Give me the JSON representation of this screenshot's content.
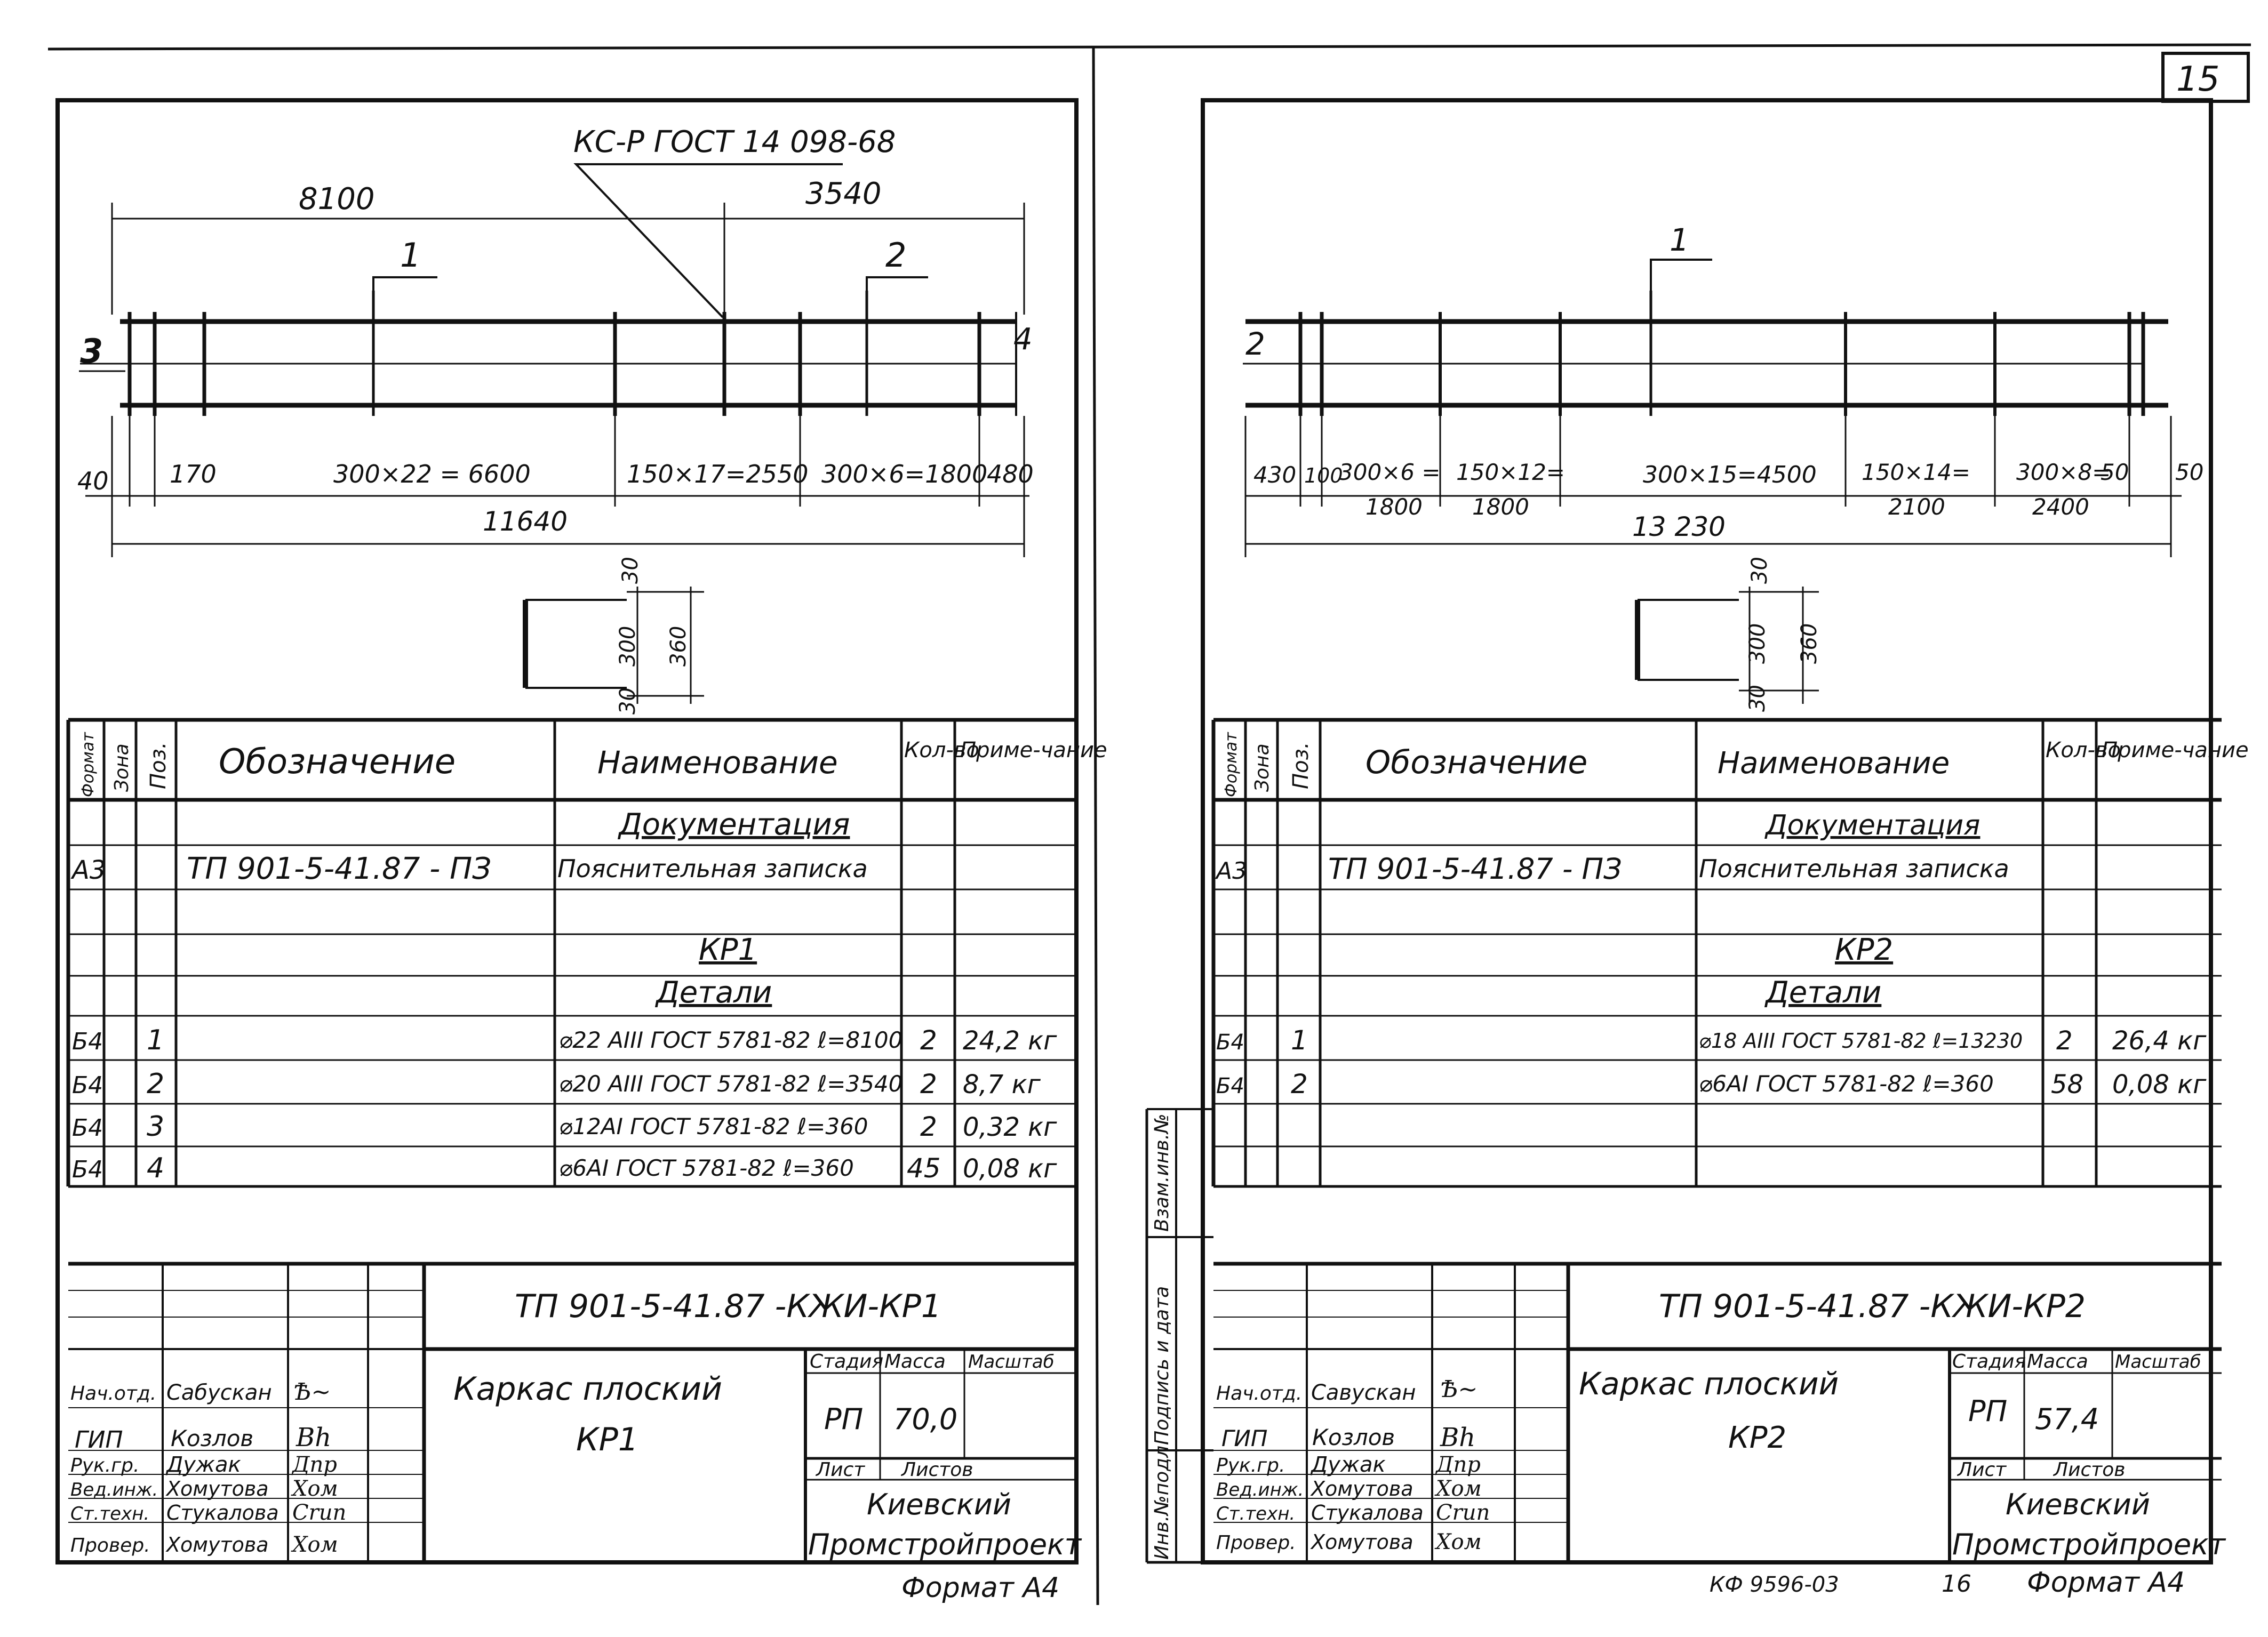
{
  "page_number": "15",
  "footer": {
    "code": "КФ 9596-03",
    "sheet_no": "16"
  },
  "left": {
    "callout": "КС-Р ГОСТ 14 098-68",
    "dims": {
      "top_a": "8100",
      "top_b": "3540",
      "pos_1": "1",
      "pos_2": "2",
      "pos_3": "3",
      "pos_4": "4",
      "d40": "40",
      "d170": "170",
      "d6600": "300×22 = 6600",
      "d2550": "150×17=2550",
      "d1800": "300×6=1800",
      "d480": "480",
      "total": "11640",
      "s30a": "30",
      "s300": "300",
      "s30b": "30",
      "s360": "360"
    },
    "spec": {
      "headers": {
        "format": "Формат",
        "zone": "Зона",
        "pos": "Поз.",
        "designation": "Обозначение",
        "name": "Наименование",
        "qty": "Кол-во",
        "note": "Приме-чание"
      },
      "section_doc": "Документация",
      "row_doc": {
        "format": "А3",
        "designation": "ТП 901-5-41.87 - ПЗ",
        "name": "Пояснительная записка"
      },
      "group": "КР1",
      "section_parts": "Детали",
      "rows": [
        {
          "format": "Б4",
          "pos": "1",
          "name": "⌀22 АIII ГОСТ 5781-82 ℓ=8100",
          "qty": "2",
          "note": "24,2 кг"
        },
        {
          "format": "Б4",
          "pos": "2",
          "name": "⌀20 АIII ГОСТ 5781-82 ℓ=3540",
          "qty": "2",
          "note": "8,7 кг"
        },
        {
          "format": "Б4",
          "pos": "3",
          "name": "⌀12АI ГОСТ 5781-82 ℓ=360",
          "qty": "2",
          "note": "0,32 кг"
        },
        {
          "format": "Б4",
          "pos": "4",
          "name": "⌀6АI ГОСТ 5781-82 ℓ=360",
          "qty": "45",
          "note": "0,08 кг"
        }
      ]
    },
    "title_block": {
      "code": "ТП 901-5-41.87 -КЖИ-КР1",
      "title_line1": "Каркас плоский",
      "title_line2": "КР1",
      "stage_label": "Стадия",
      "mass_label": "Масса",
      "scale_label": "Масштаб",
      "stage": "РП",
      "mass": "70,0",
      "sheet_label": "Лист",
      "sheets_label": "Листов",
      "org_line1": "Киевский",
      "org_line2": "Промстройпроект",
      "staff": [
        {
          "role": "Нач.отд.",
          "name": "Сабускан"
        },
        {
          "role": "ГИП",
          "name": "Козлов"
        },
        {
          "role": "Рук.гр.",
          "name": "Дужак"
        },
        {
          "role": "Вед.инж.",
          "name": "Хомутова"
        },
        {
          "role": "Ст.техн.",
          "name": "Стукалова"
        },
        {
          "role": "Провер.",
          "name": "Хомутова"
        }
      ],
      "format": "Формат А4"
    }
  },
  "right": {
    "dims": {
      "pos_1": "1",
      "pos_2": "2",
      "d430": "430",
      "d100": "100",
      "d300x6": "300×6 =",
      "d1800a": "1800",
      "d150x12": "150×12=",
      "d1800b": "1800",
      "d4500": "300×15=4500",
      "d150x14": "150×14=",
      "d2100": "2100",
      "d300x8": "300×8=",
      "d2400": "2400",
      "d50a": "50",
      "d50b": "50",
      "total": "13 230",
      "s30a": "30",
      "s300": "300",
      "s30b": "30",
      "s360": "360"
    },
    "spec": {
      "headers": {
        "format": "Формат",
        "zone": "Зона",
        "pos": "Поз.",
        "designation": "Обозначение",
        "name": "Наименование",
        "qty": "Кол-во",
        "note": "Приме-чание"
      },
      "section_doc": "Документация",
      "row_doc": {
        "format": "А3",
        "designation": "ТП 901-5-41.87 - ПЗ",
        "name": "Пояснительная записка"
      },
      "group": "КР2",
      "section_parts": "Детали",
      "rows": [
        {
          "format": "Б4",
          "pos": "1",
          "name": "⌀18 АIII ГОСТ 5781-82 ℓ=13230",
          "qty": "2",
          "note": "26,4 кг"
        },
        {
          "format": "Б4",
          "pos": "2",
          "name": "⌀6АI ГОСТ 5781-82 ℓ=360",
          "qty": "58",
          "note": "0,08 кг"
        }
      ]
    },
    "side_labels": {
      "inv_vzam": "Взам.инв.№",
      "sign_date": "Подпись и дата",
      "inv_podl": "Инв.№подл."
    },
    "title_block": {
      "code": "ТП 901-5-41.87 -КЖИ-КР2",
      "title_line1": "Каркас плоский",
      "title_line2": "КР2",
      "stage_label": "Стадия",
      "mass_label": "Масса",
      "scale_label": "Масштаб",
      "stage": "РП",
      "mass": "57,4",
      "sheet_label": "Лист",
      "sheets_label": "Листов",
      "org_line1": "Киевский",
      "org_line2": "Промстройпроект",
      "staff": [
        {
          "role": "Нач.отд.",
          "name": "Савускан"
        },
        {
          "role": "ГИП",
          "name": "Козлов"
        },
        {
          "role": "Рук.гр.",
          "name": "Дужак"
        },
        {
          "role": "Вед.инж.",
          "name": "Хомутова"
        },
        {
          "role": "Ст.техн.",
          "name": "Стукалова"
        },
        {
          "role": "Провер.",
          "name": "Хомутова"
        }
      ],
      "format": "Формат А4"
    }
  }
}
